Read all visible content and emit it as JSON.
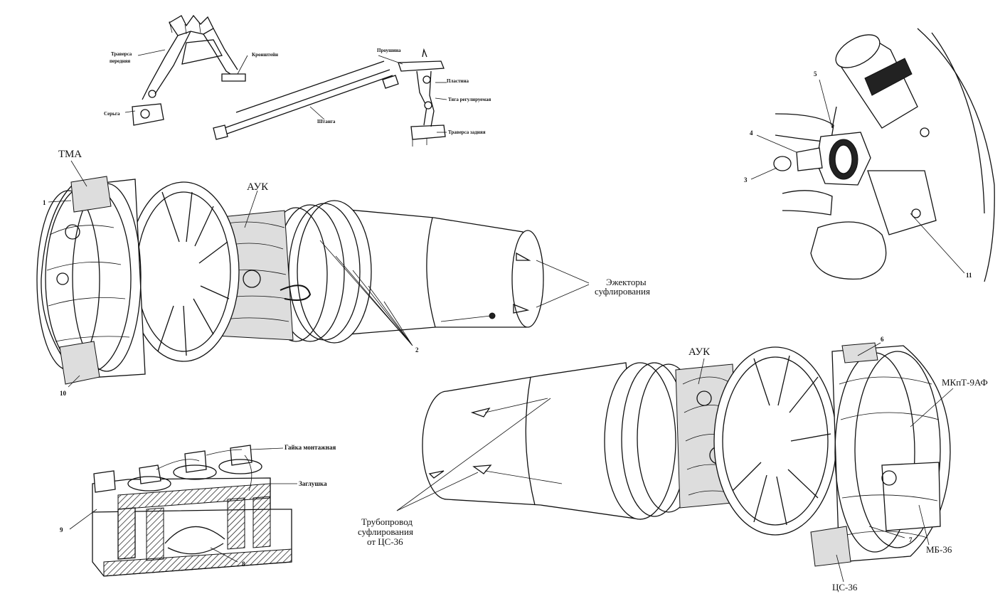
{
  "labels": {
    "traverse_front": [
      "Траверса",
      "передняя"
    ],
    "bracket": "Кронштейн",
    "earring": "Серьга",
    "eye": "Проушина",
    "plate": "Пластина",
    "adjustable_rod": "Тяга регулируемая",
    "rod": "Штанга",
    "traverse_rear": "Траверса задняя",
    "tma": "ТМА",
    "auk_1": "АУК",
    "auk_2": "АУК",
    "ejectors": [
      "Эжекторы",
      "суфлирования"
    ],
    "mkpt": "МКпТ-9АФ",
    "mb36": "МБ-36",
    "cs36": "ЦС-36",
    "pipeline": [
      "Трубопровод",
      "суфлирования",
      "от ЦС-36"
    ],
    "mount_nut": "Гайка монтажная",
    "plug": "Заглушка"
  },
  "numbers": {
    "n1": "1",
    "n2": "2",
    "n3": "3",
    "n4": "4",
    "n5": "5",
    "n6": "6",
    "n7": "7",
    "n8": "8",
    "n9": "9",
    "n10": "10",
    "n11": "11"
  }
}
